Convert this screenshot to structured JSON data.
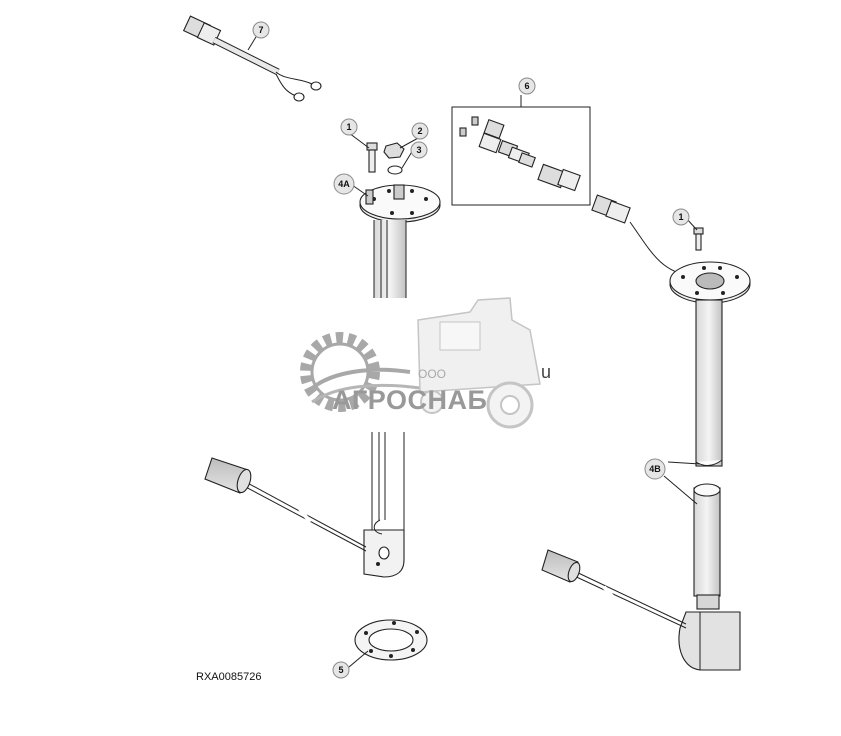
{
  "figure_id": "RXA0085726",
  "callouts": {
    "c1": "1",
    "c2": "2",
    "c3": "3",
    "c4a": "4A",
    "c1b": "1",
    "c4b": "4B",
    "c5": "5",
    "c6": "6",
    "c7": "7"
  },
  "watermark": {
    "company_prefix": "ООО",
    "company_name": "АГРОСНАБ",
    "stray_char": "u",
    "color": "#888888"
  },
  "colors": {
    "line": "#222222",
    "shade": "#cfcfcf",
    "callout_fill": "#e6e6e6"
  }
}
